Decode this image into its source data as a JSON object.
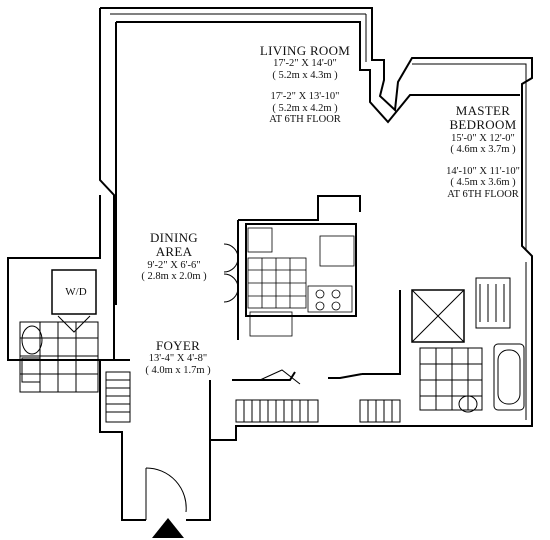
{
  "rooms": {
    "living_room": {
      "name": "LIVING ROOM",
      "dim_imperial": "17'-2\" X 14'-0\"",
      "dim_metric": "( 5.2m x 4.3m )",
      "alt_dim_imperial": "17'-2\" X 13'-10\"",
      "alt_dim_metric": "( 5.2m x 4.2m )",
      "alt_note": "AT 6TH FLOOR"
    },
    "master_bedroom": {
      "name_line1": "MASTER",
      "name_line2": "BEDROOM",
      "dim_imperial": "15'-0\" X 12'-0\"",
      "dim_metric": "( 4.6m x 3.7m )",
      "alt_dim_imperial": "14'-10\" X 11'-10\"",
      "alt_dim_metric": "( 4.5m x 3.6m )",
      "alt_note": "AT 6TH FLOOR"
    },
    "dining_area": {
      "name_line1": "DINING",
      "name_line2": "AREA",
      "dim_imperial": "9'-2\" X 6'-6\"",
      "dim_metric": "( 2.8m x 2.0m )"
    },
    "foyer": {
      "name": "FOYER",
      "dim_imperial": "13'-4\" X 4'-8\"",
      "dim_metric": "( 4.0m x 1.7m )"
    },
    "laundry": {
      "label": "W/D"
    }
  }
}
